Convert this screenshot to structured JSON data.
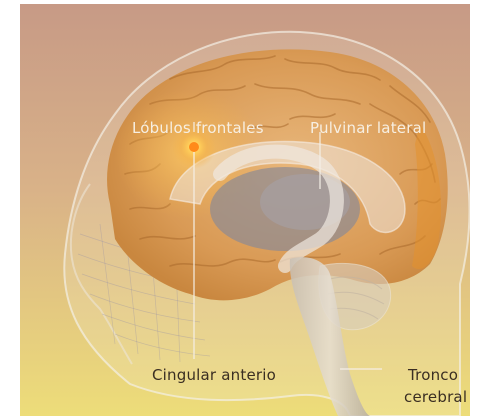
{
  "labels": {
    "frontal": "Lóbulos frontales",
    "pulvinar": "Pulvinar lateral",
    "cingulate": "Cingular anterio",
    "brainstem_line1": "Tronco",
    "brainstem_line2": "cerebral"
  },
  "colors": {
    "background_top": "#c99a83",
    "background_bottom": "#e8d77a",
    "brain": "#e0a55f",
    "highlight": "#ff8a1a",
    "thalamus": "#8d8a93",
    "skull_outline": "#f3ede6"
  }
}
